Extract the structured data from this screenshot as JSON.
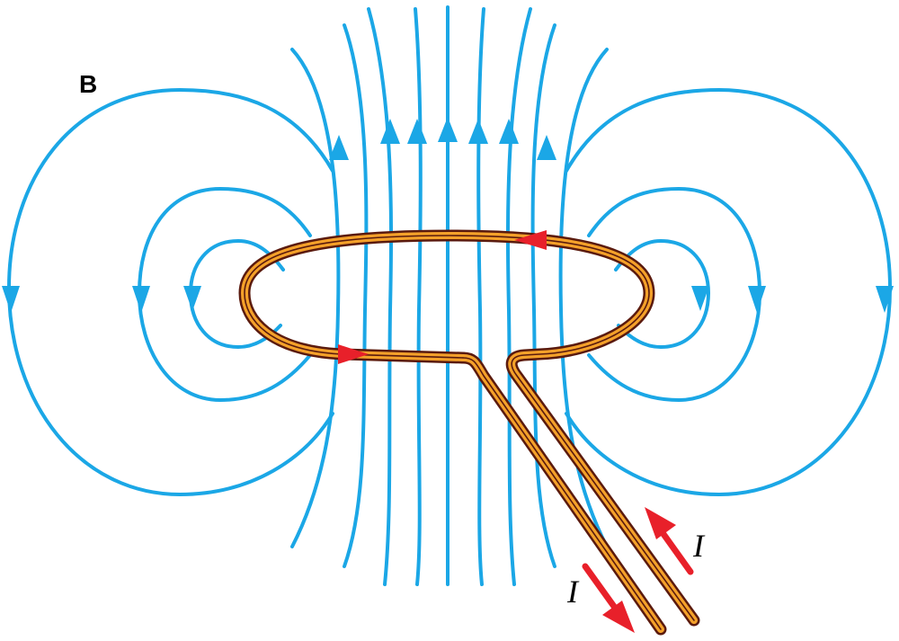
{
  "labels": {
    "field": "B",
    "current_in": "I",
    "current_out": "I"
  },
  "colors": {
    "field_lines": "#1ba7e6",
    "wire_insulation": "#f4a12a",
    "wire_edge": "#5a1a0e",
    "current_arrows": "#e8202a",
    "text": "#000000"
  }
}
